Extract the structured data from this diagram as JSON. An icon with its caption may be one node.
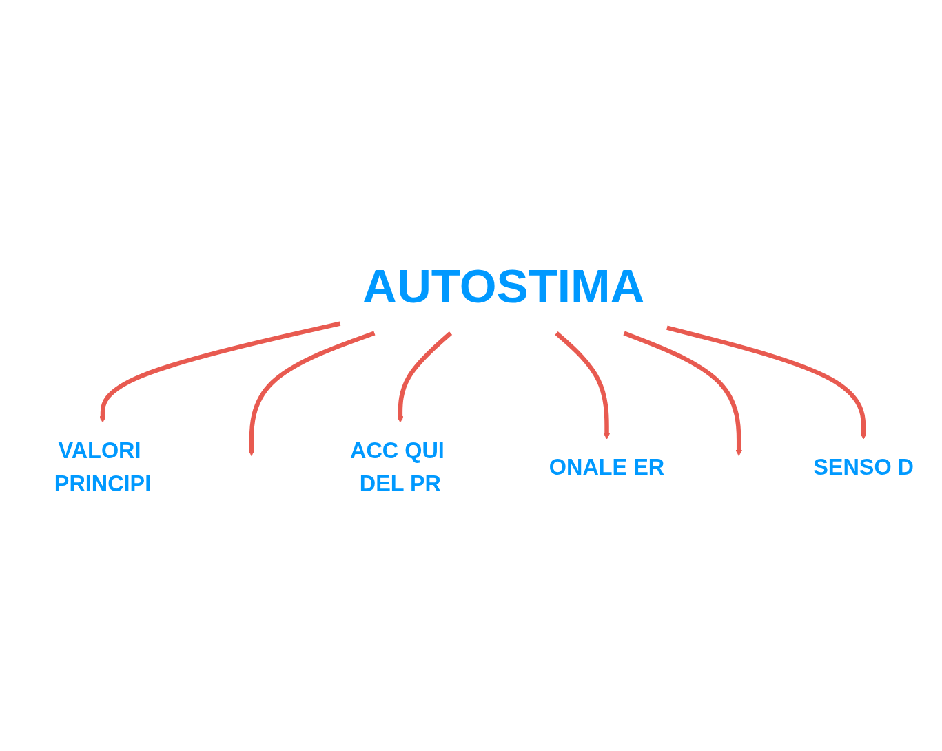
{
  "diagram": {
    "nodes": [
      {
        "text": [
          "AUTOSTIMA"
        ]
      },
      {
        "text": [
          "VALORI PRINCIPI"
        ]
      },
      {
        "text": [
          "ACC QUI DEL PR"
        ]
      },
      {
        "text": [
          "ONALE ER"
        ]
      },
      {
        "text": [
          "SENSO D"
        ]
      }
    ],
    "edges": [
      {
        "from": 0,
        "to": 1,
        "arrow": "to"
      },
      {
        "from": 0,
        "to": null,
        "arrow": "to"
      },
      {
        "from": 0,
        "to": 2,
        "arrow": "to"
      },
      {
        "from": 0,
        "to": 3,
        "arrow": "to"
      },
      {
        "from": 0,
        "to": null,
        "arrow": "to"
      },
      {
        "from": 0,
        "to": 4,
        "arrow": "to"
      }
    ]
  }
}
